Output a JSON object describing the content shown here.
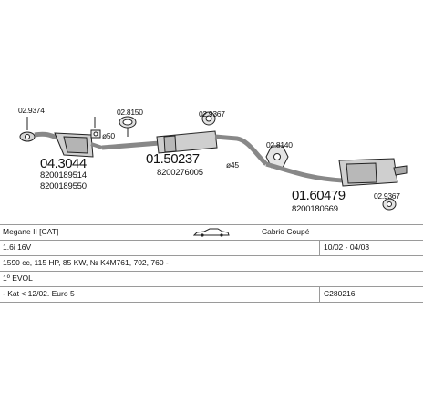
{
  "parts": {
    "p1_code": "02.9374",
    "p1_main": "04.3044",
    "p1_oem_a": "8200189514",
    "p1_oem_b": "8200189550",
    "p2_code": "02.8150",
    "p2_size": "ø50",
    "p3_main": "01.50237",
    "p3_oem": "8200276005",
    "p4_code": "02.9367",
    "p5_size": "ø45",
    "p6_code": "02.8140",
    "p7_main": "01.60479",
    "p7_oem": "8200180669",
    "p8_code": "02.9367"
  },
  "specs": {
    "model": "Megane II [CAT]",
    "body": "Cabrio Coupé",
    "engine": "1.6i 16V",
    "years": "10/02 - 04/03",
    "details": "1590 cc, 115 HP, 85 KW, № K4M761, 702, 760 -",
    "note1": "1º EVOL",
    "note2": "- Kat < 12/02. Euro 5",
    "ref": "C280216"
  }
}
